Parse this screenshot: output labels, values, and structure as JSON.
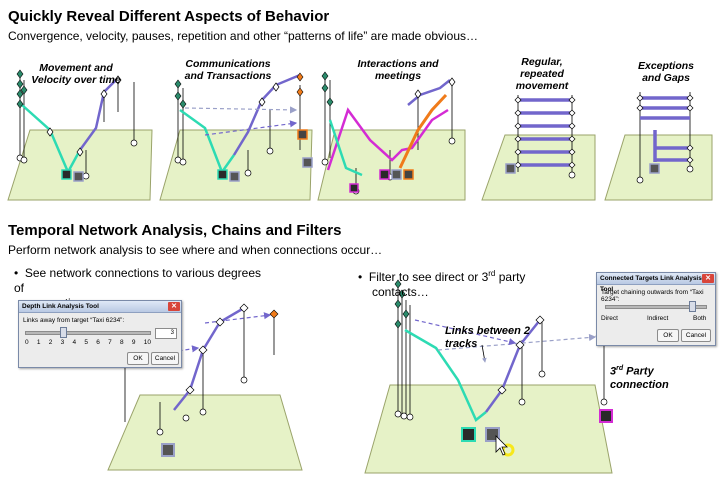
{
  "header": {
    "title": "Quickly Reveal Different Aspects of Behavior",
    "subtitle": "Convergence, velocity, pauses, repetition and other “patterns of life” are made obvious…"
  },
  "panels": [
    {
      "caption": "Movement and Velocity over time"
    },
    {
      "caption": "Communications and Transactions"
    },
    {
      "caption": "Interactions and meetings"
    },
    {
      "caption": "Regular, repeated movement"
    },
    {
      "caption": "Exceptions and Gaps"
    }
  ],
  "section2": {
    "title": "Temporal Network Analysis, Chains and Filters",
    "subtitle": "Perform network analysis to see where and when connections occur…",
    "bullet_left_line1": "See network connections to various degrees of",
    "bullet_left_line2": "separation…",
    "bullet_right_line1": "Filter to see direct or 3",
    "bullet_right_sup": "rd",
    "bullet_right_line1_end": " party",
    "bullet_right_line2": "contacts…",
    "callout_links_line1": "Links between 2",
    "callout_links_line2": "tracks",
    "callout_third_sup": "rd",
    "callout_third_line1_end": " Party",
    "callout_third_line2": "connection"
  },
  "depth_dialog": {
    "title": "Depth Link Analysis Tool",
    "label": "Links away from target “Taxi 6234”:",
    "ticks": [
      "0",
      "1",
      "2",
      "3",
      "4",
      "5",
      "6",
      "7",
      "8",
      "9",
      "10"
    ],
    "spin_value": "3",
    "ok": "OK",
    "cancel": "Cancel"
  },
  "targets_dialog": {
    "title": "Connected Targets Link Analysis Tool",
    "label": "Target chaining outwards from “Taxi 6234”:",
    "opt_direct": "Direct",
    "opt_indirect": "Indirect",
    "opt_both": "Both",
    "ok": "OK",
    "cancel": "Cancel"
  },
  "colors": {
    "ground": "#e6f2c7",
    "ground_edge": "#9aa36a",
    "track_purple": "#7266cc",
    "track_teal": "#2ddbb3",
    "track_magenta": "#d42bd4",
    "track_orange": "#f07b1a",
    "close_red": "#d8453a"
  },
  "icons": [
    "person-icon",
    "taxi-icon",
    "phone-icon",
    "cursor-icon"
  ]
}
